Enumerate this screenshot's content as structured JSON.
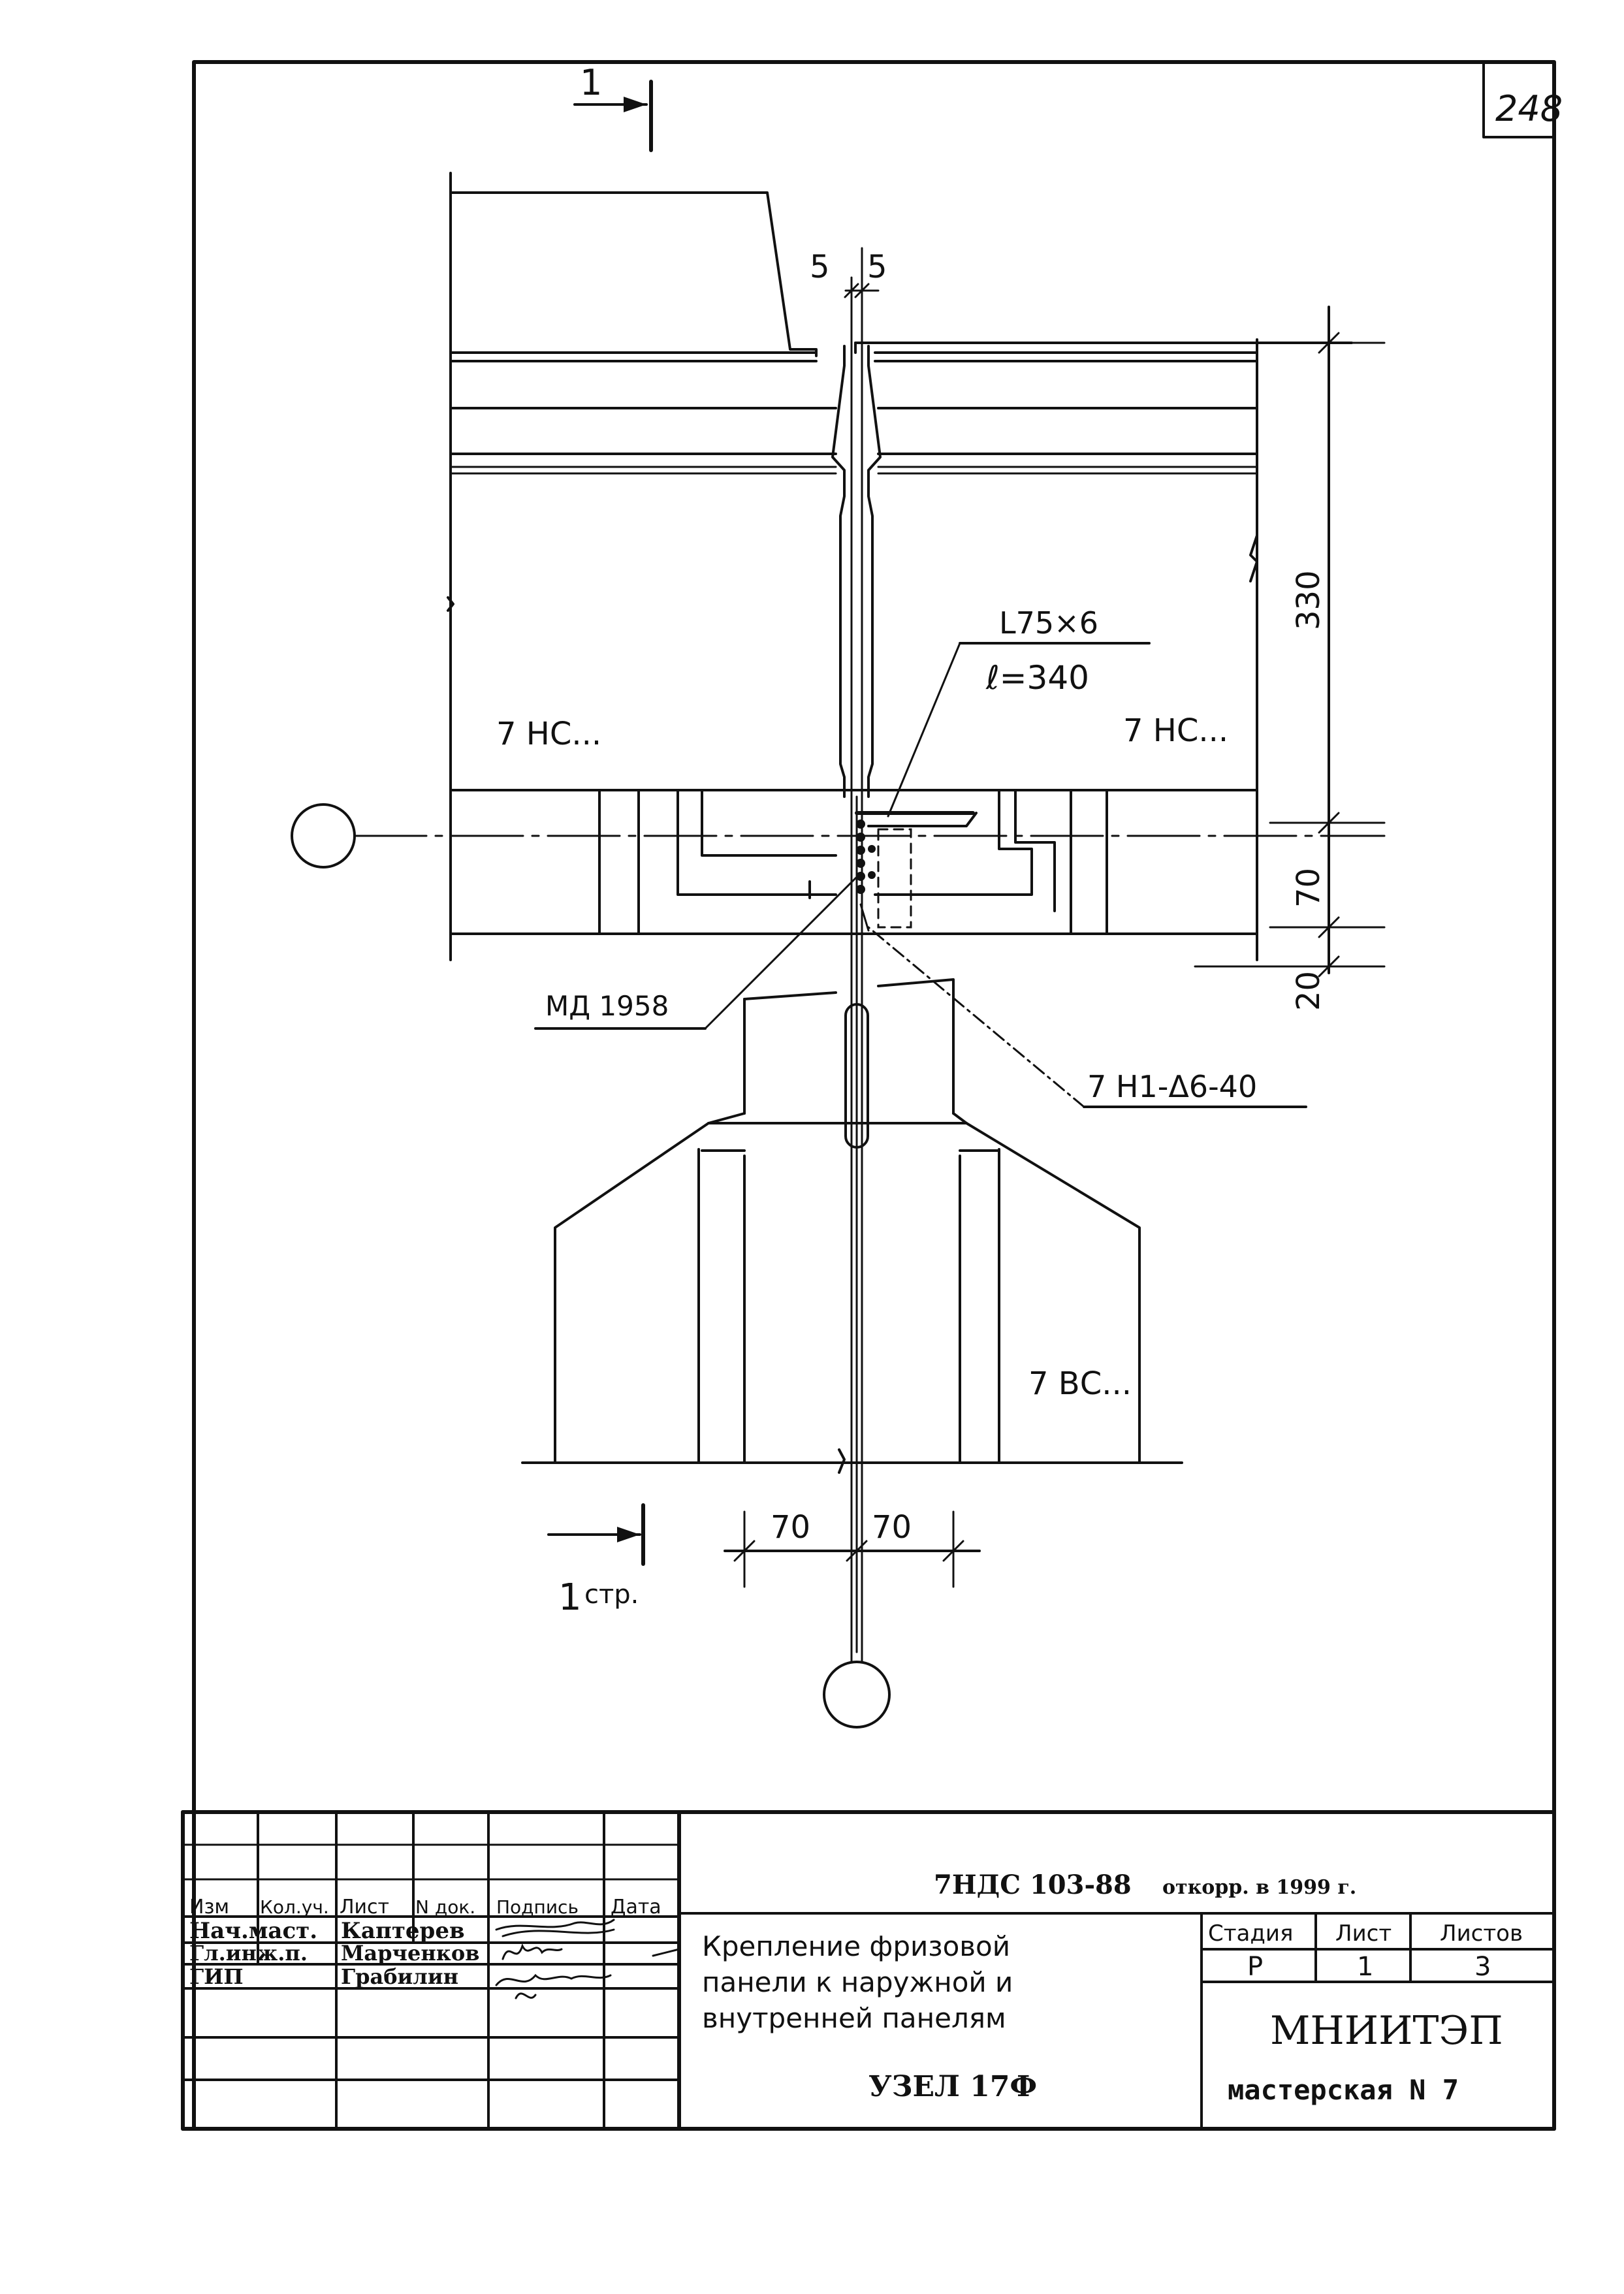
{
  "sheet_number": "248",
  "section_mark_top": "1",
  "section_mark_bottom": "1",
  "section_mark_bottom_note": "стр.",
  "dimensions": {
    "gap_left": "5",
    "gap_right": "5",
    "height_upper": "330",
    "height_middle": "70",
    "height_lower": "20",
    "width_left": "70",
    "width_right": "70"
  },
  "callouts": {
    "angle_profile": "L75×6",
    "angle_length": "ℓ=340",
    "embedded_part": "МД 1958",
    "tie": "7 Н1-Δ6-40"
  },
  "panel_labels": {
    "left_outer_panel": "7 НС...",
    "right_outer_panel": "7 НС...",
    "inner_panel": "7 ВС..."
  },
  "title_block": {
    "document_code": "7НДС 103-88",
    "revision_note": "откорр. в 1999 г.",
    "header_columns": [
      "Изм",
      "Кол.уч.",
      "Лист",
      "N док.",
      "Подпись",
      "Дата"
    ],
    "people": [
      {
        "role": "Нач.маст.",
        "name": "Каптерев"
      },
      {
        "role": "Гл.инж.п.",
        "name": "Марченков"
      },
      {
        "role": "ГИП",
        "name": "Грабилин"
      }
    ],
    "title_lines": [
      "Крепление фризовой",
      "панели к наружной и",
      "внутренней панелям"
    ],
    "node": "УЗЕЛ 17Ф",
    "stage_header": "Стадия",
    "sheet_header": "Лист",
    "sheets_header": "Листов",
    "stage": "Р",
    "sheet": "1",
    "sheets": "3",
    "organization": "МНИИТЭП",
    "workshop": "мастерская N 7"
  }
}
